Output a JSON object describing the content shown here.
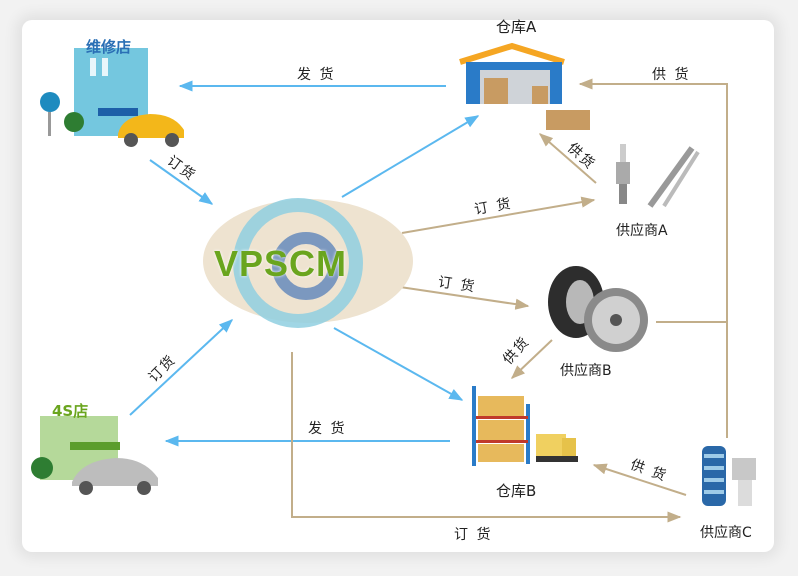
{
  "diagram": {
    "center": {
      "label": "VPSCM",
      "icon": "at-globe-icon"
    },
    "nodes": {
      "repair_shop": {
        "label": "维修店",
        "icon": "repair-shop-building-icon",
        "label_color": "#2a6fb5"
      },
      "dealer_4s": {
        "label": "4S店",
        "icon": "4s-dealership-building-icon",
        "label_color": "#6aa51e"
      },
      "warehouse_a": {
        "label": "仓库A",
        "icon": "warehouse-shed-icon"
      },
      "warehouse_b": {
        "label": "仓库B",
        "icon": "warehouse-rack-icon"
      },
      "supplier_a": {
        "label": "供应商A",
        "icon": "spark-plug-shock-absorber-icon"
      },
      "supplier_b": {
        "label": "供应商B",
        "icon": "tire-wheel-icon"
      },
      "supplier_c": {
        "label": "供应商C",
        "icon": "spring-piston-icon"
      }
    },
    "edges": [
      {
        "from": "warehouse_a",
        "to": "repair_shop",
        "label": "发 货",
        "kind": "system"
      },
      {
        "from": "repair_shop",
        "to": "center",
        "label": "订货",
        "kind": "system"
      },
      {
        "from": "center",
        "to": "warehouse_a",
        "label": "",
        "kind": "system"
      },
      {
        "from": "dealer_4s",
        "to": "center",
        "label": "订货",
        "kind": "system"
      },
      {
        "from": "warehouse_b",
        "to": "dealer_4s",
        "label": "发 货",
        "kind": "system"
      },
      {
        "from": "center",
        "to": "warehouse_b",
        "label": "",
        "kind": "system"
      },
      {
        "from": "center",
        "to": "supplier_a",
        "label": "订 货",
        "kind": "supply"
      },
      {
        "from": "center",
        "to": "supplier_b",
        "label": "订 货",
        "kind": "supply"
      },
      {
        "from": "center",
        "to": "supplier_c",
        "label": "订 货",
        "kind": "supply"
      },
      {
        "from": "supplier_a",
        "to": "warehouse_a",
        "label": "供货",
        "kind": "supply"
      },
      {
        "from": "supplier_b",
        "to": "warehouse_b",
        "label": "供货",
        "kind": "supply"
      },
      {
        "from": "supplier_c",
        "to": "warehouse_b",
        "label": "供 货",
        "kind": "supply"
      },
      {
        "from": "supplier_b",
        "to": "warehouse_a",
        "label": "供 货",
        "kind": "supply"
      },
      {
        "from": "supplier_c",
        "to": "warehouse_a",
        "label": "",
        "kind": "supply"
      }
    ],
    "colors": {
      "system": "#5bb8ef",
      "supply": "#c2ae8a"
    }
  }
}
